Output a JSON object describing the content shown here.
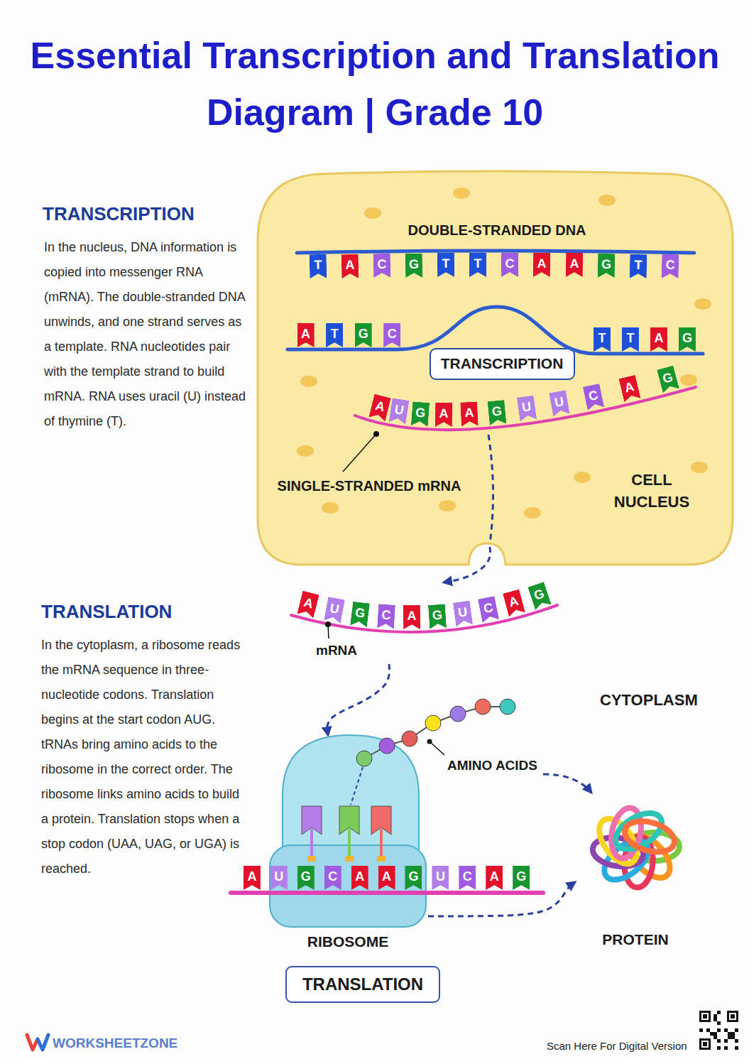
{
  "diagram": {
    "title": "Essential Transcription and Translation Diagram | Grade 10",
    "nodes": [
      {
        "text": [
          "DOUBLE-STRANDED DNA",
          "SINGLE-STRANDED mRNA",
          "CELL NUCLEUS"
        ]
      },
      {
        "text": [
          "TRANSCRIPTION"
        ],
        "in": 0
      },
      {
        "text": [
          "mRNA"
        ]
      },
      {
        "text": [
          "RIBOSOME"
        ]
      },
      {
        "text": [
          "PROTEIN"
        ]
      },
      {
        "text": [
          "TRANSLATION"
        ]
      }
    ],
    "edges": [
      {
        "from": 0,
        "to": 2,
        "arrow": "to"
      },
      {
        "from": 2,
        "to": 3,
        "arrow": "to"
      },
      {
        "from": 3,
        "to": 4,
        "arrow": "to"
      }
    ],
    "labels": [
      "TRANSCRIPTION",
      "In the nucleus, DNA information is copied into messenger RNA (mRNA). The double-stranded DNA unwinds, and one strand serves as a template. RNA nucleotides pair with the template strand to build mRNA. RNA uses uracil (U) instead of thymine (T).",
      "TRANSLATION",
      "In the cytoplasm, a ribosome reads the mRNA sequence in three-nucleotide codons. Translation begins at the start codon AUG. tRNAs bring amino acids to the ribosome in the correct order. The ribosome links amino acids to build a protein. Translation stops when a stop codon (UAA, UAG, or UGA) is reached.",
      "CYTOPLASM",
      "AMINO ACIDS",
      "Scan Here For Digital Version",
      "WORKSHEETZONE",
      "T",
      "A",
      "C",
      "G",
      "T",
      "T",
      "C",
      "A",
      "A",
      "G",
      "T",
      "C",
      "A",
      "T",
      "G",
      "C",
      "T",
      "T",
      "A",
      "G",
      "A",
      "U",
      "G",
      "A",
      "A",
      "G",
      "U",
      "U",
      "C",
      "A",
      "G",
      "A",
      "U",
      "G",
      "C",
      "A",
      "G",
      "U",
      "C",
      "A",
      "G",
      "A",
      "U",
      "G",
      "C",
      "A",
      "A",
      "G",
      "U",
      "C",
      "A",
      "G"
    ]
  }
}
